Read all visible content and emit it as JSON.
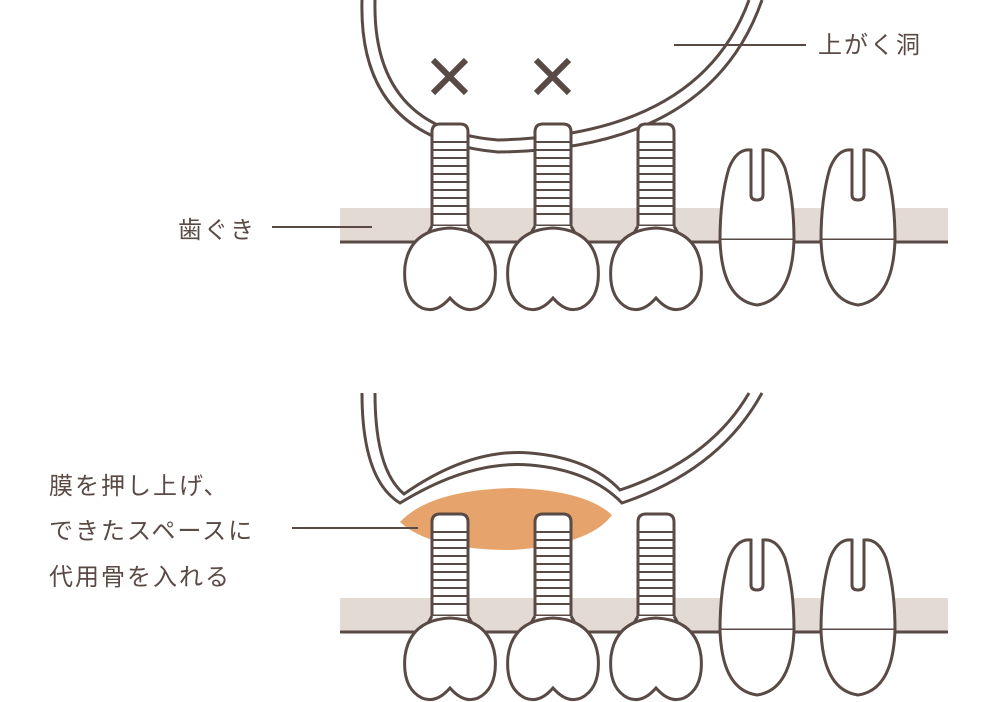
{
  "labels": {
    "sinus": "上がく洞",
    "gum": "歯ぐき",
    "graft_lines": [
      "膜を押し上げ、",
      "できたスペースに",
      "代用骨を入れる"
    ]
  },
  "colors": {
    "stroke": "#5a4a45",
    "gum": "#e4dad4",
    "graft": "#e6a46c",
    "tooth_fill": "#ffffff",
    "text": "#5a4a45"
  },
  "icons": {
    "cross_mark": "x-mark-icon"
  }
}
